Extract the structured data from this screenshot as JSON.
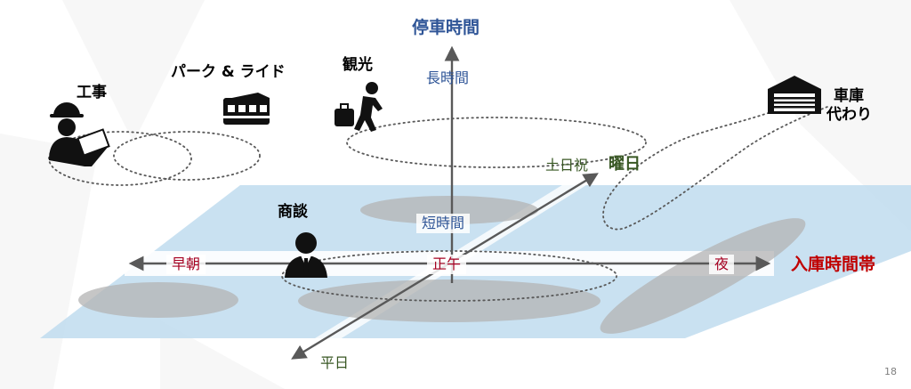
{
  "vertical_axis": {
    "title": "停車時間",
    "top_label": "長時間",
    "bottom_label": "短時間"
  },
  "horizontal_axis": {
    "title": "入庫時間帯",
    "left_label": "早朝",
    "center_label": "正午",
    "right_label": "夜"
  },
  "diagonal_axis": {
    "label_bold": "曜日",
    "top_label": "土日祝",
    "bottom_label": "平日"
  },
  "categories": {
    "construction": "工事",
    "park_and_ride": "パーク & ライド",
    "sightseeing": "観光",
    "business": "商談",
    "garage_line1": "車庫",
    "garage_line2": "代わり"
  },
  "icons": [
    "construction-worker-icon",
    "train-icon",
    "traveler-icon",
    "businessman-icon",
    "garage-icon"
  ],
  "colors": {
    "plane": "#bfdcee",
    "ellipse": "#b3b3b3",
    "axis": "#595959",
    "blue": "#2f5597",
    "red": "#c00000",
    "green": "#385723"
  },
  "page_number": "18"
}
